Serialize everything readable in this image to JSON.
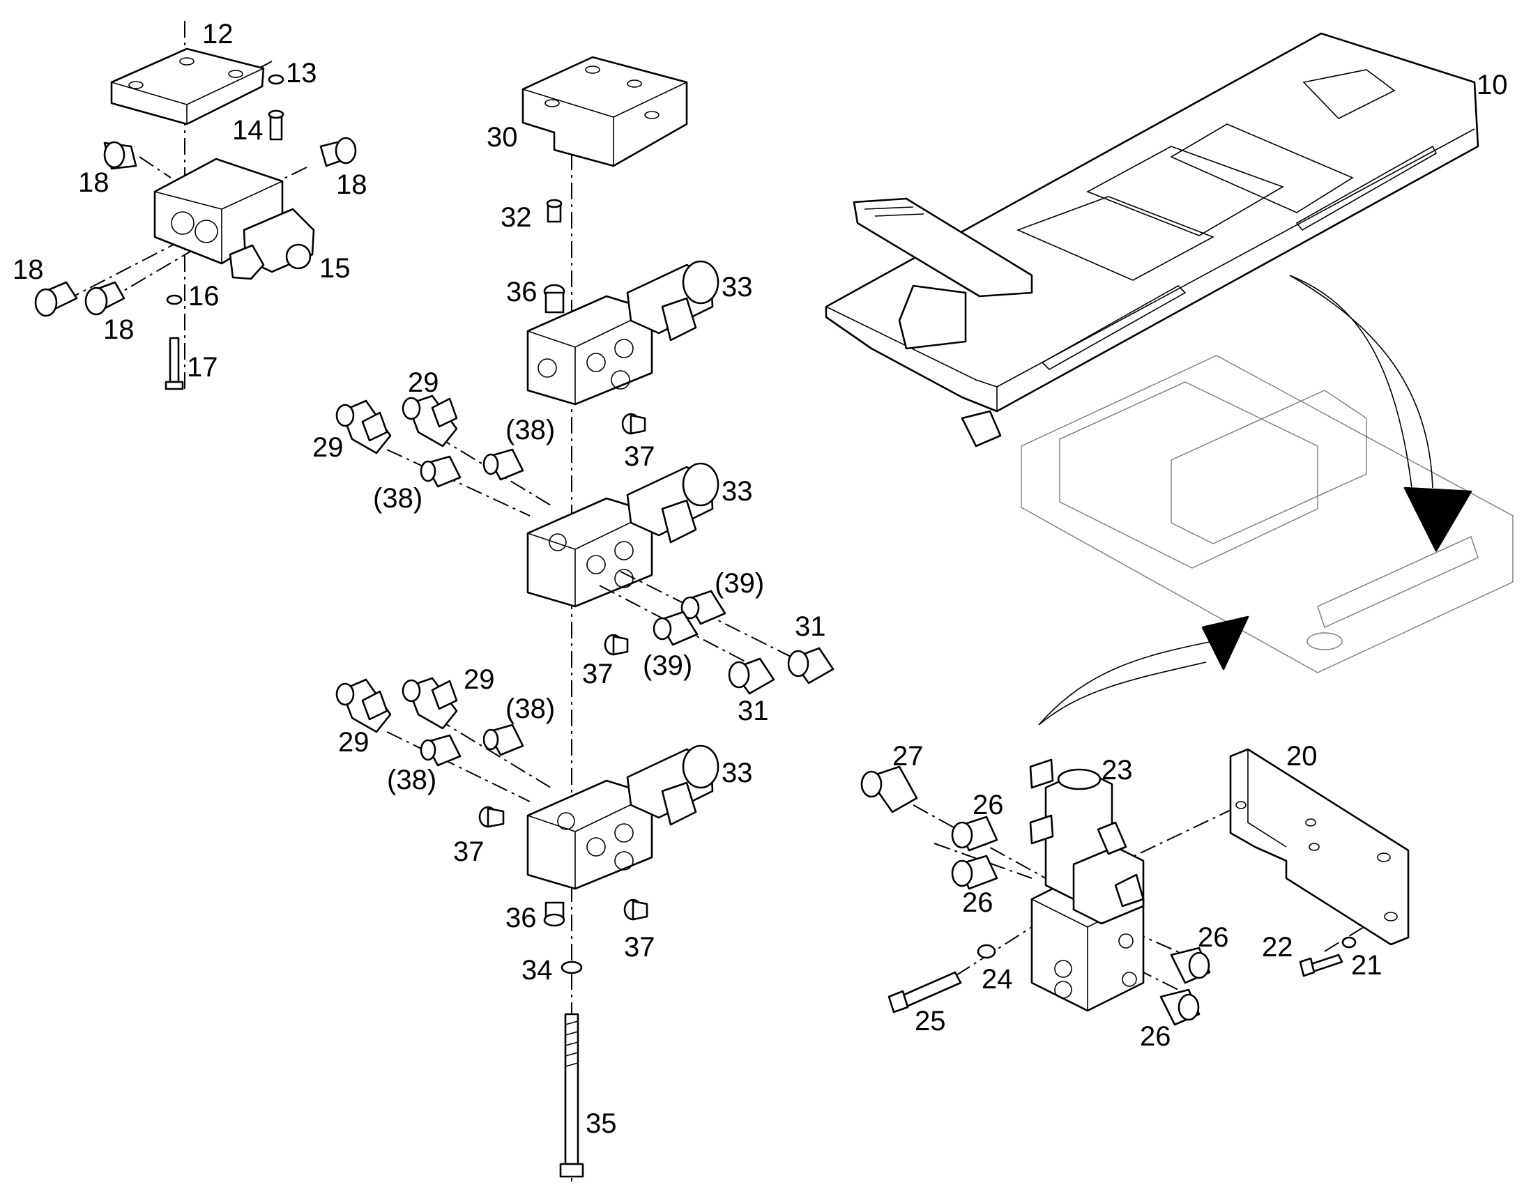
{
  "diagram": {
    "callouts": [
      {
        "id": "c12",
        "text": "12"
      },
      {
        "id": "c13",
        "text": "13"
      },
      {
        "id": "c14",
        "text": "14"
      },
      {
        "id": "c18a",
        "text": "18"
      },
      {
        "id": "c18b",
        "text": "18"
      },
      {
        "id": "c18c",
        "text": "18"
      },
      {
        "id": "c18d",
        "text": "18"
      },
      {
        "id": "c15",
        "text": "15"
      },
      {
        "id": "c16",
        "text": "16"
      },
      {
        "id": "c17",
        "text": "17"
      },
      {
        "id": "c30",
        "text": "30"
      },
      {
        "id": "c32",
        "text": "32"
      },
      {
        "id": "c36a",
        "text": "36"
      },
      {
        "id": "c33a",
        "text": "33"
      },
      {
        "id": "c37a",
        "text": "37"
      },
      {
        "id": "c29a",
        "text": "29"
      },
      {
        "id": "c29b",
        "text": "29"
      },
      {
        "id": "c38a",
        "text": "(38)"
      },
      {
        "id": "c38b",
        "text": "(38)"
      },
      {
        "id": "c33b",
        "text": "33"
      },
      {
        "id": "c39a",
        "text": "(39)"
      },
      {
        "id": "c31a",
        "text": "31"
      },
      {
        "id": "c39b",
        "text": "(39)"
      },
      {
        "id": "c31b",
        "text": "31"
      },
      {
        "id": "c37b",
        "text": "37"
      },
      {
        "id": "c29c",
        "text": "29"
      },
      {
        "id": "c29d",
        "text": "29"
      },
      {
        "id": "c38c",
        "text": "(38)"
      },
      {
        "id": "c38d",
        "text": "(38)"
      },
      {
        "id": "c33c",
        "text": "33"
      },
      {
        "id": "c37c",
        "text": "37"
      },
      {
        "id": "c36b",
        "text": "36"
      },
      {
        "id": "c37d",
        "text": "37"
      },
      {
        "id": "c34",
        "text": "34"
      },
      {
        "id": "c35",
        "text": "35"
      },
      {
        "id": "c10",
        "text": "10"
      },
      {
        "id": "c27",
        "text": "27"
      },
      {
        "id": "c23",
        "text": "23"
      },
      {
        "id": "c20",
        "text": "20"
      },
      {
        "id": "c26a",
        "text": "26"
      },
      {
        "id": "c26b",
        "text": "26"
      },
      {
        "id": "c26c",
        "text": "26"
      },
      {
        "id": "c26d",
        "text": "26"
      },
      {
        "id": "c24",
        "text": "24"
      },
      {
        "id": "c25",
        "text": "25"
      },
      {
        "id": "c22",
        "text": "22"
      },
      {
        "id": "c21",
        "text": "21"
      }
    ]
  }
}
